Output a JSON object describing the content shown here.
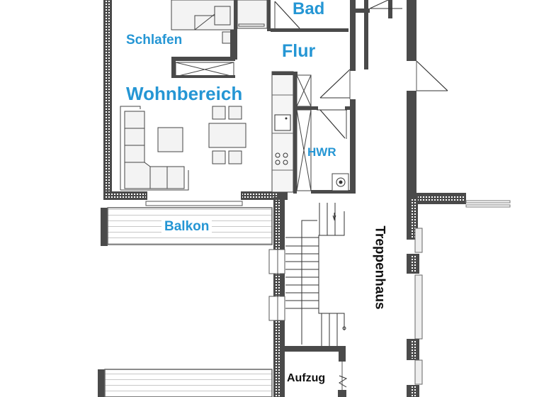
{
  "diagram": {
    "type": "floor-plan",
    "colors": {
      "wall": "#4a4a4a",
      "wall_hatch": "#ffffff",
      "line": "#333333",
      "label_blue": "#2596d4",
      "label_black": "#111111",
      "background": "#ffffff"
    },
    "rooms": [
      {
        "id": "bad",
        "label": "Bad"
      },
      {
        "id": "schlafen",
        "label": "Schlafen"
      },
      {
        "id": "flur",
        "label": "Flur"
      },
      {
        "id": "wohnbereich",
        "label": "Wohnbereich"
      },
      {
        "id": "hwr",
        "label": "HWR"
      },
      {
        "id": "balkon",
        "label": "Balkon"
      },
      {
        "id": "treppenhaus",
        "label": "Treppenhaus"
      },
      {
        "id": "aufzug",
        "label": "Aufzug"
      }
    ],
    "furniture": [
      {
        "name": "l-shaped-sofa",
        "room": "wohnbereich"
      },
      {
        "name": "coffee-table",
        "room": "wohnbereich"
      },
      {
        "name": "dining-table",
        "room": "wohnbereich"
      },
      {
        "name": "dining-chairs",
        "room": "wohnbereich",
        "count": 4
      },
      {
        "name": "kitchen-counter",
        "room": "wohnbereich"
      },
      {
        "name": "kitchen-sink",
        "room": "wohnbereich"
      },
      {
        "name": "cooktop",
        "room": "wohnbereich",
        "burners": 4
      },
      {
        "name": "washing-machine",
        "room": "hwr"
      },
      {
        "name": "wardrobe",
        "room": "schlafen"
      },
      {
        "name": "bed",
        "room": "schlafen"
      },
      {
        "name": "staircase",
        "room": "treppenhaus"
      }
    ]
  }
}
